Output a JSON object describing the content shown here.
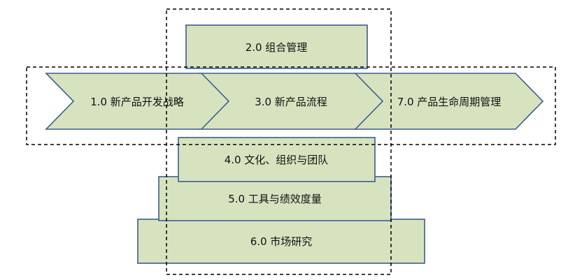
{
  "colors": {
    "fill": "#d7e3bf",
    "stroke": "#3b5d8c",
    "dash": "#000000",
    "text": "#111111"
  },
  "boxes": {
    "b2": "2.0 组合管理",
    "b4": "4.0 文化、组织与团队",
    "b5": "5.0 工具与绩效度量",
    "b6": "6.0 市场研究"
  },
  "chevrons": {
    "c1": "1.0 新产品开发战略",
    "c3": "3.0 新产品流程",
    "c7": "7.0 产品生命周期管理"
  }
}
